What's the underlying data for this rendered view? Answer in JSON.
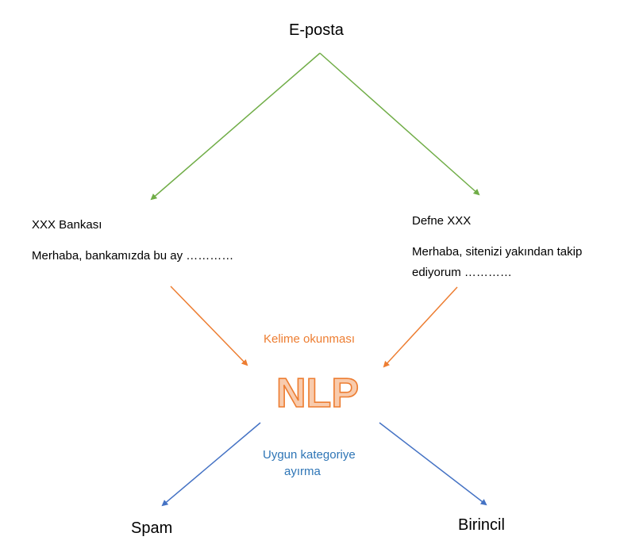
{
  "root": {
    "label": "E-posta"
  },
  "left_email": {
    "sender": "XXX Bankası",
    "message": "Merhaba, bankamızda bu ay …………"
  },
  "right_email": {
    "sender": "Defne XXX",
    "message_line1": "Merhaba, sitenizi yakından takip",
    "message_line2": "ediyorum …………"
  },
  "processor": {
    "label": "NLP",
    "input_caption": "Kelime okunması",
    "output_caption_line1": "Uygun kategoriye",
    "output_caption_line2": "ayırma"
  },
  "outputs": {
    "left": "Spam",
    "right": "Birincil"
  },
  "colors": {
    "green": "#70ad47",
    "orange": "#ed7d31",
    "blue": "#4472c4",
    "nlp_fill": "#f8cbad",
    "nlp_stroke": "#ed7d31",
    "caption_orange": "#ed7d31",
    "caption_blue": "#2e75b6"
  }
}
